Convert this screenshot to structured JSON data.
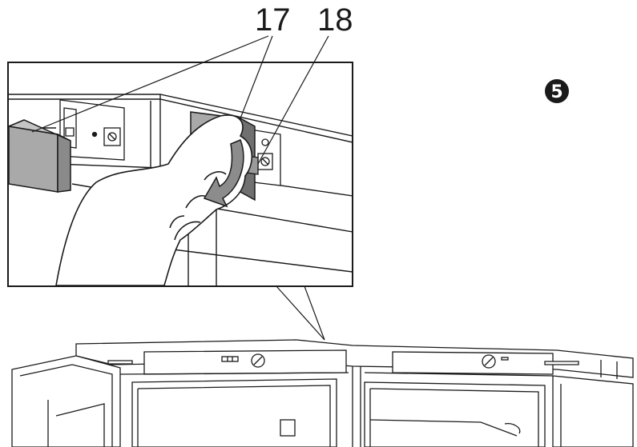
{
  "callouts": [
    {
      "number": "17"
    },
    {
      "number": "18"
    }
  ],
  "step": {
    "number": "5"
  },
  "colors": {
    "line": "#1a1a1a",
    "panel_gray": "#a9a9a9",
    "dark_gray": "#707070",
    "arrow_gray": "#8c8c8c",
    "background": "#ffffff"
  }
}
